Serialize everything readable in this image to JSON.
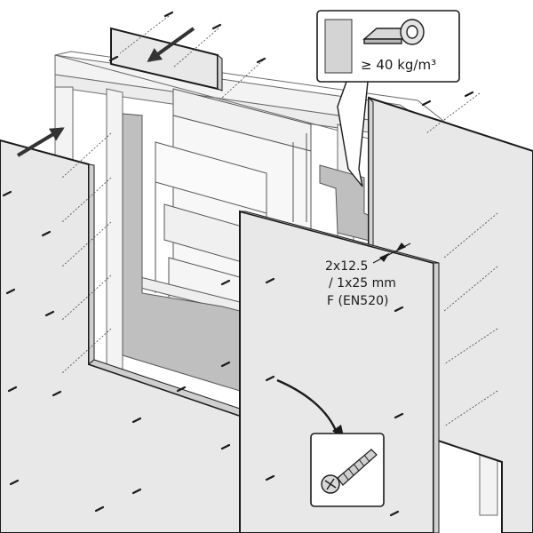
{
  "callout_insulation": {
    "density_label": "≥ 40 kg/m³",
    "icons": [
      "insulation-board-swatch-icon",
      "mineral-wool-roll-icon"
    ]
  },
  "board_spec": {
    "line1": "2x12.5",
    "line2": "/ 1x25 mm",
    "line3": "F (EN520)"
  },
  "callout_screw": {
    "icon": "drywall-screw-icon"
  },
  "colors": {
    "board": "#e8e8e8",
    "frame": "#f3f3f3",
    "stud": "#d3d3d3",
    "insulation": "#bfbfbf",
    "line": "#1a1a1a",
    "arrow": "#333333"
  }
}
